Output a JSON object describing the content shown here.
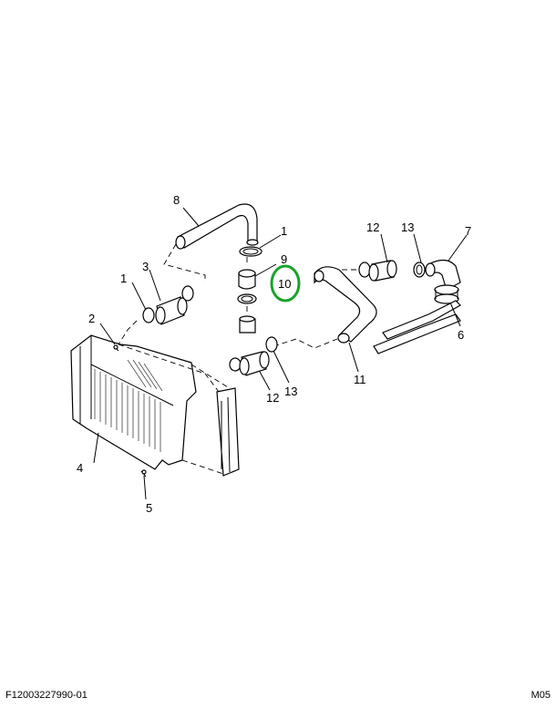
{
  "callouts": {
    "c1a": "1",
    "c1b": "1",
    "c2": "2",
    "c3": "3",
    "c4": "4",
    "c5": "5",
    "c6": "6",
    "c7": "7",
    "c8": "8",
    "c9": "9",
    "c10": "10",
    "c11": "11",
    "c12a": "12",
    "c12b": "12",
    "c13a": "13",
    "c13b": "13"
  },
  "highlight_color": "#1aa32a",
  "footer": {
    "figure_id": "F12003227990-01",
    "sheet": "M05"
  }
}
